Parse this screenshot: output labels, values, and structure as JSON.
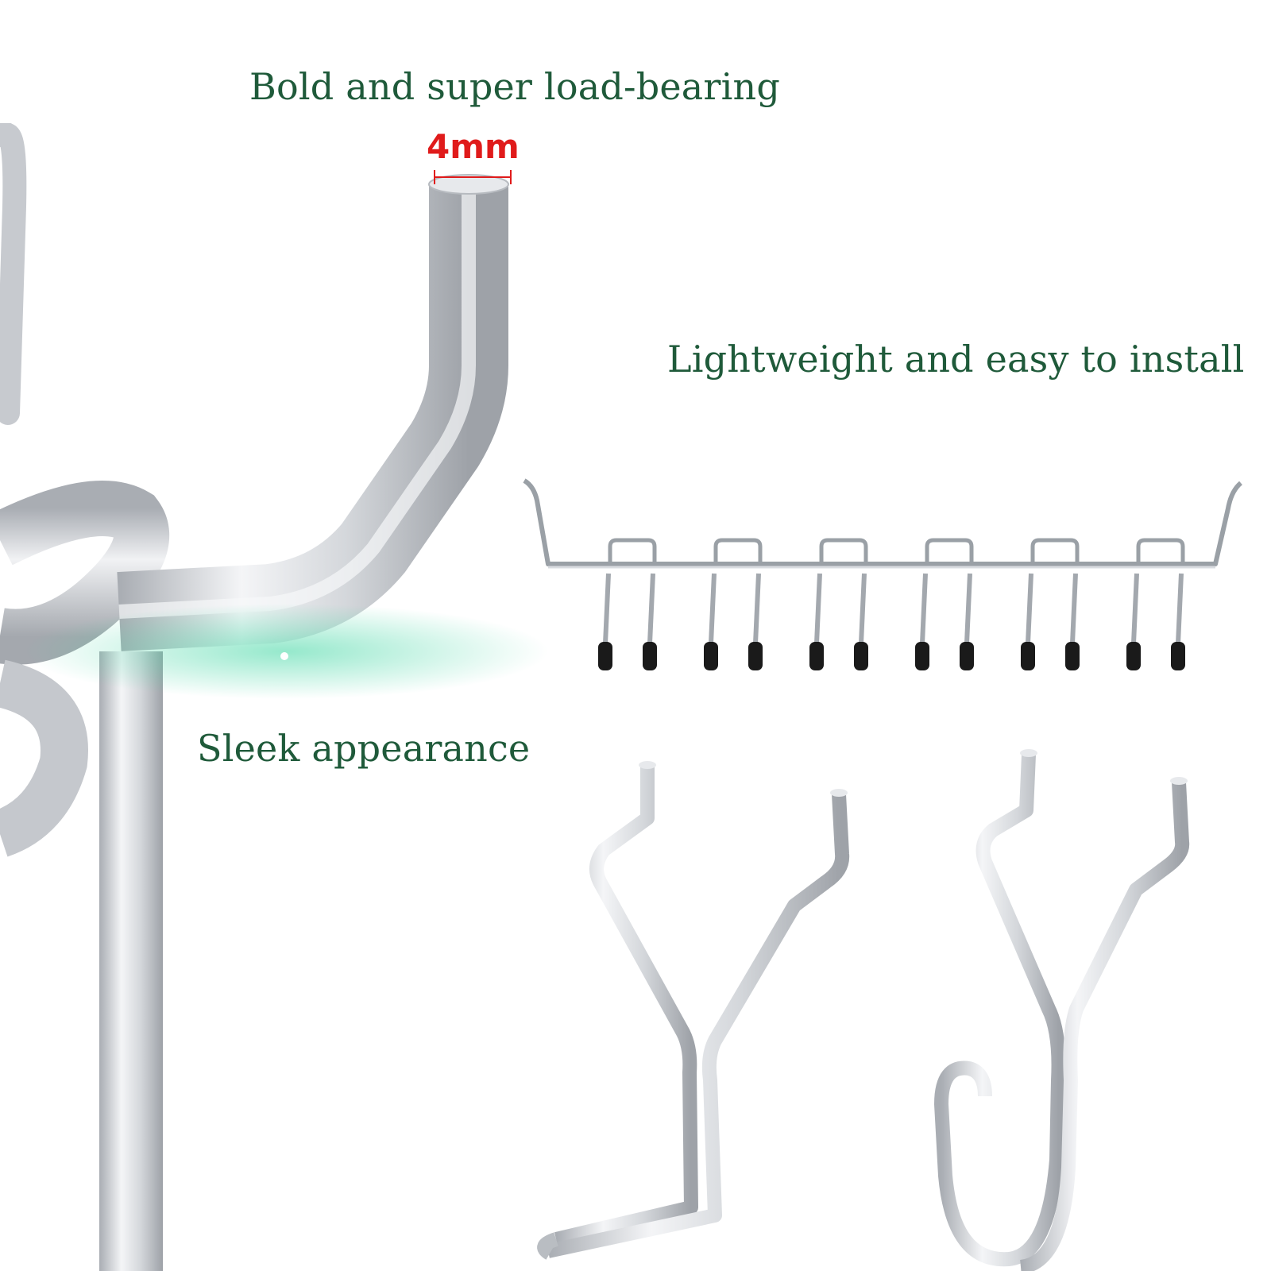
{
  "captions": {
    "load_bearing": "Bold and super load-bearing",
    "dimension": "4mm",
    "lightweight": "Lightweight and easy to install",
    "sleek": "Sleek appearance"
  },
  "colors": {
    "caption_text": "#1f5a3a",
    "dimension_text": "#e01b1b",
    "metal_light": "#f2f3f5",
    "metal_mid": "#c9ccd1",
    "metal_dark": "#8e9297",
    "rubber_tip": "#1a1a1a",
    "glow": "#3fd6a2"
  },
  "rack": {
    "hook_pairs": 6
  }
}
